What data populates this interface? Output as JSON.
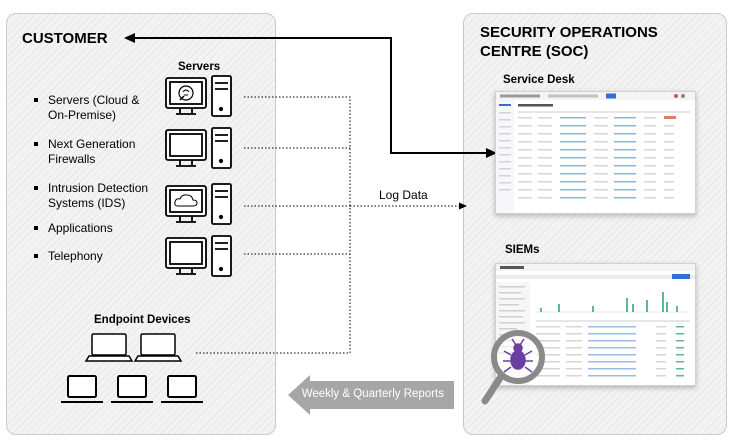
{
  "customer": {
    "title": "CUSTOMER",
    "servers_heading": "Servers",
    "bullets": [
      {
        "line1": "Servers (Cloud &",
        "line2": "On-Premise)"
      },
      {
        "line1": "Next Generation",
        "line2": "Firewalls"
      },
      {
        "line1": "Intrusion Detection",
        "line2": "Systems (IDS)"
      },
      {
        "line1": "Applications",
        "line2": ""
      },
      {
        "line1": "Telephony",
        "line2": ""
      }
    ],
    "endpoint_heading": "Endpoint Devices"
  },
  "soc": {
    "title_line1": "SECURITY OPERATIONS",
    "title_line2": "CENTRE (SOC)",
    "service_desk_label": "Service Desk",
    "siems_label": "SIEMs"
  },
  "flows": {
    "log_data_label": "Log Data",
    "reports_label": "Weekly & Quarterly Reports"
  },
  "colors": {
    "panel_bg": "#f3f3f3",
    "arrow_grey": "#a6a6a6",
    "accent_blue": "#2f6fd6",
    "siem_green": "#5fb88b",
    "magnifier_purple": "#6b3fa0"
  }
}
